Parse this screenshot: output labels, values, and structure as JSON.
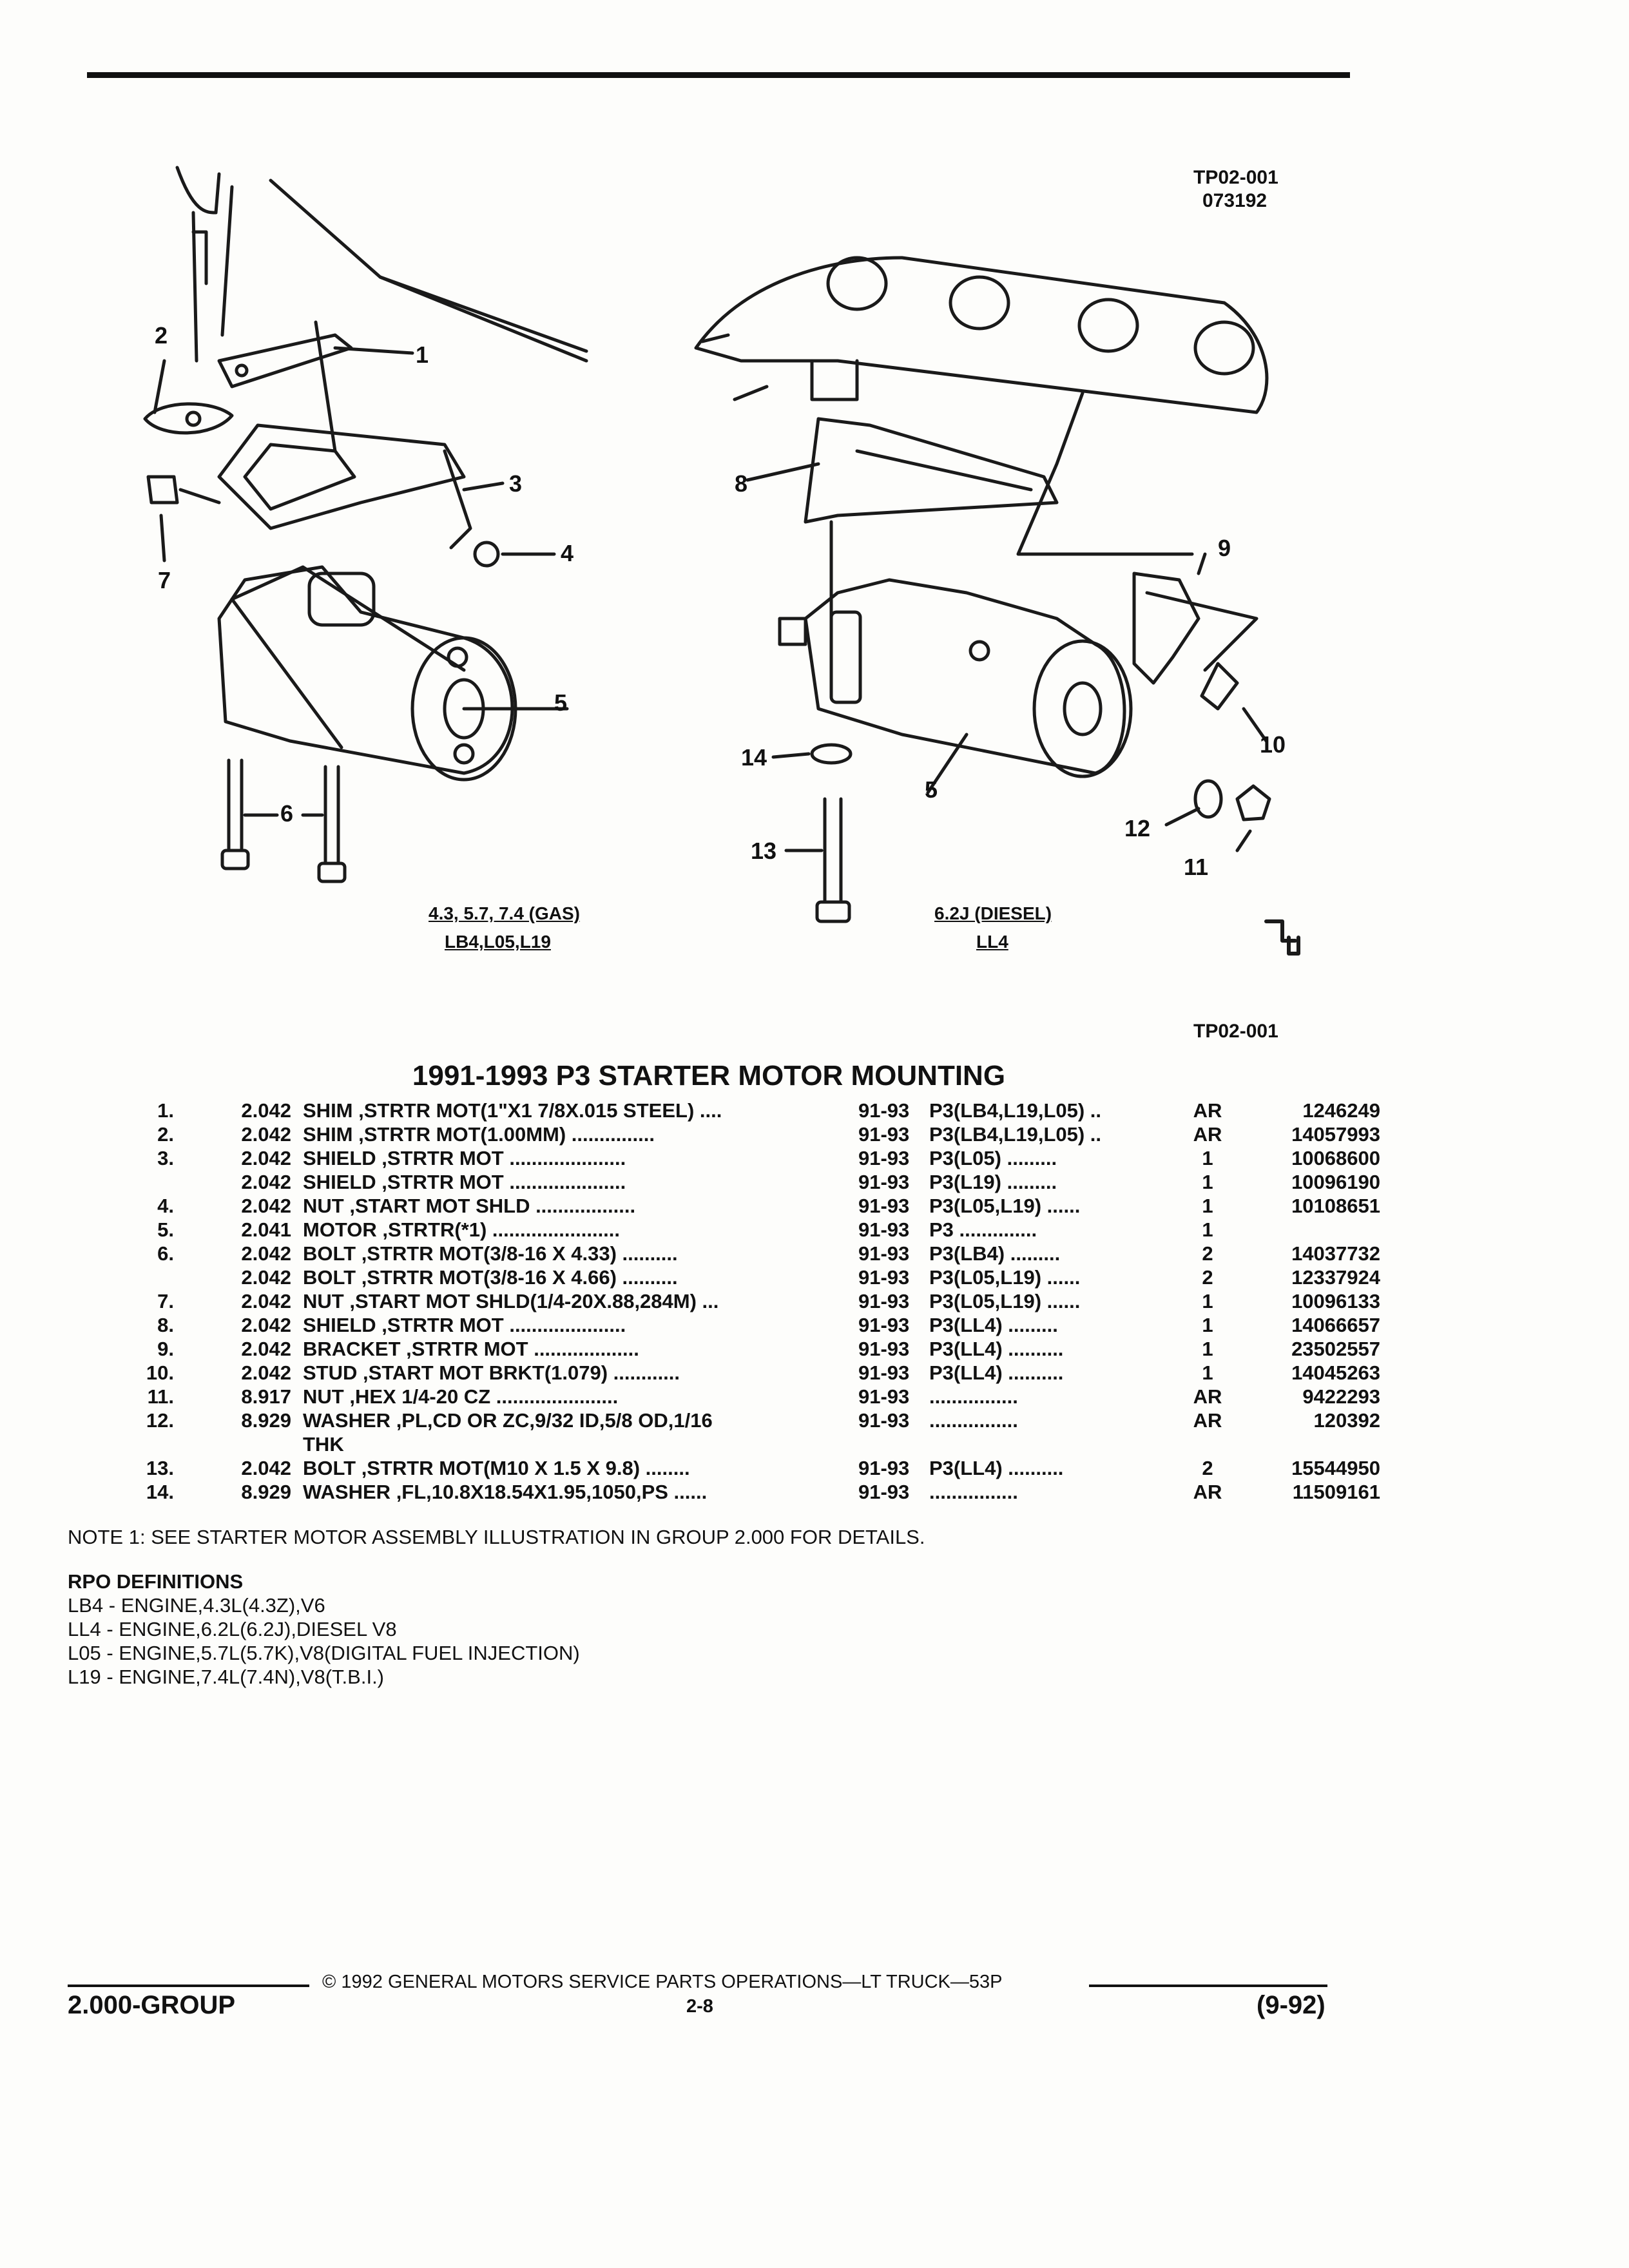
{
  "header": {
    "figure_id": "TP02-001",
    "figure_date": "073192",
    "figure_id_bottom": "TP02-001"
  },
  "illustration": {
    "left_caption_1": "4.3, 5.7, 7.4 (GAS)",
    "left_caption_2": "LB4,L05,L19",
    "right_caption_1": "6.2J (DIESEL)",
    "right_caption_2": "LL4",
    "callouts_left": [
      "2",
      "1",
      "3",
      "4",
      "7",
      "5",
      "6"
    ],
    "callouts_right": [
      "8",
      "9",
      "10",
      "14",
      "5",
      "13",
      "12",
      "11"
    ]
  },
  "title": "1991-1993 P3 STARTER MOTOR MOUNTING",
  "parts": [
    {
      "ref": "1.",
      "group": "2.042",
      "name": "SHIM",
      "desc": " ,STRTR MOT(1\"X1 7/8X.015 STEEL) ....",
      "years": "91-93",
      "model": "P3(LB4,L19,L05) ..",
      "qty": "AR",
      "pn": "1246249"
    },
    {
      "ref": "2.",
      "group": "2.042",
      "name": "SHIM",
      "desc": " ,STRTR MOT(1.00MM) ...............",
      "years": "91-93",
      "model": "P3(LB4,L19,L05) ..",
      "qty": "AR",
      "pn": "14057993"
    },
    {
      "ref": "3.",
      "group": "2.042",
      "name": "SHIELD",
      "desc": " ,STRTR MOT .....................",
      "years": "91-93",
      "model": "P3(L05) .........",
      "qty": "1",
      "pn": "10068600"
    },
    {
      "ref": "",
      "group": "2.042",
      "name": "SHIELD",
      "desc": " ,STRTR MOT .....................",
      "years": "91-93",
      "model": "P3(L19) .........",
      "qty": "1",
      "pn": "10096190"
    },
    {
      "ref": "4.",
      "group": "2.042",
      "name": "NUT",
      "desc": " ,START MOT SHLD ..................",
      "years": "91-93",
      "model": "P3(L05,L19) ......",
      "qty": "1",
      "pn": "10108651"
    },
    {
      "ref": "5.",
      "group": "2.041",
      "name": "MOTOR",
      "desc": " ,STRTR(*1) .......................",
      "years": "91-93",
      "model": "P3 ..............",
      "qty": "1",
      "pn": ""
    },
    {
      "ref": "6.",
      "group": "2.042",
      "name": "BOLT",
      "desc": " ,STRTR MOT(3/8-16 X 4.33) ..........",
      "years": "91-93",
      "model": "P3(LB4) .........",
      "qty": "2",
      "pn": "14037732"
    },
    {
      "ref": "",
      "group": "2.042",
      "name": "BOLT",
      "desc": " ,STRTR MOT(3/8-16 X 4.66) ..........",
      "years": "91-93",
      "model": "P3(L05,L19) ......",
      "qty": "2",
      "pn": "12337924"
    },
    {
      "ref": "7.",
      "group": "2.042",
      "name": "NUT",
      "desc": " ,START MOT SHLD(1/4-20X.88,284M) ...",
      "years": "91-93",
      "model": "P3(L05,L19) ......",
      "qty": "1",
      "pn": "10096133"
    },
    {
      "ref": "8.",
      "group": "2.042",
      "name": "SHIELD",
      "desc": " ,STRTR MOT .....................",
      "years": "91-93",
      "model": "P3(LL4) .........",
      "qty": "1",
      "pn": "14066657"
    },
    {
      "ref": "9.",
      "group": "2.042",
      "name": "BRACKET",
      "desc": " ,STRTR MOT ...................",
      "years": "91-93",
      "model": "P3(LL4) ..........",
      "qty": "1",
      "pn": "23502557"
    },
    {
      "ref": "10.",
      "group": "2.042",
      "name": "STUD",
      "desc": " ,START MOT BRKT(1.079) ............",
      "years": "91-93",
      "model": "P3(LL4) ..........",
      "qty": "1",
      "pn": "14045263"
    },
    {
      "ref": "11.",
      "group": "8.917",
      "name": "NUT",
      "desc": " ,HEX 1/4-20 CZ ......................",
      "years": "91-93",
      "model": "................",
      "qty": "AR",
      "pn": "9422293"
    },
    {
      "ref": "12.",
      "group": "8.929",
      "name": "WASHER",
      "desc": " ,PL,CD OR ZC,9/32 ID,5/8 OD,1/16",
      "years": "91-93",
      "model": "................",
      "qty": "AR",
      "pn": "120392"
    },
    {
      "ref": "",
      "group": "",
      "name": "",
      "desc": "THK",
      "years": "",
      "model": "",
      "qty": "",
      "pn": ""
    },
    {
      "ref": "13.",
      "group": "2.042",
      "name": "BOLT",
      "desc": " ,STRTR MOT(M10 X 1.5 X 9.8) ........",
      "years": "91-93",
      "model": "P3(LL4) ..........",
      "qty": "2",
      "pn": "15544950"
    },
    {
      "ref": "14.",
      "group": "8.929",
      "name": "WASHER",
      "desc": " ,FL,10.8X18.54X1.95,1050,PS ......",
      "years": "91-93",
      "model": "................",
      "qty": "AR",
      "pn": "11509161"
    }
  ],
  "note": "NOTE  1:  SEE STARTER MOTOR ASSEMBLY ILLUSTRATION IN GROUP 2.000 FOR DETAILS.",
  "rpo": {
    "heading": "RPO DEFINITIONS",
    "lines": [
      "LB4 - ENGINE,4.3L(4.3Z),V6",
      "LL4 - ENGINE,6.2L(6.2J),DIESEL V8",
      "L05 - ENGINE,5.7L(5.7K),V8(DIGITAL FUEL INJECTION)",
      "L19 - ENGINE,7.4L(7.4N),V8(T.B.I.)"
    ]
  },
  "footer": {
    "copyright": "©  1992  GENERAL MOTORS SERVICE PARTS OPERATIONS—LT TRUCK—53P",
    "group": "2.000-GROUP",
    "page": "2-8",
    "revision": "(9-92)"
  }
}
